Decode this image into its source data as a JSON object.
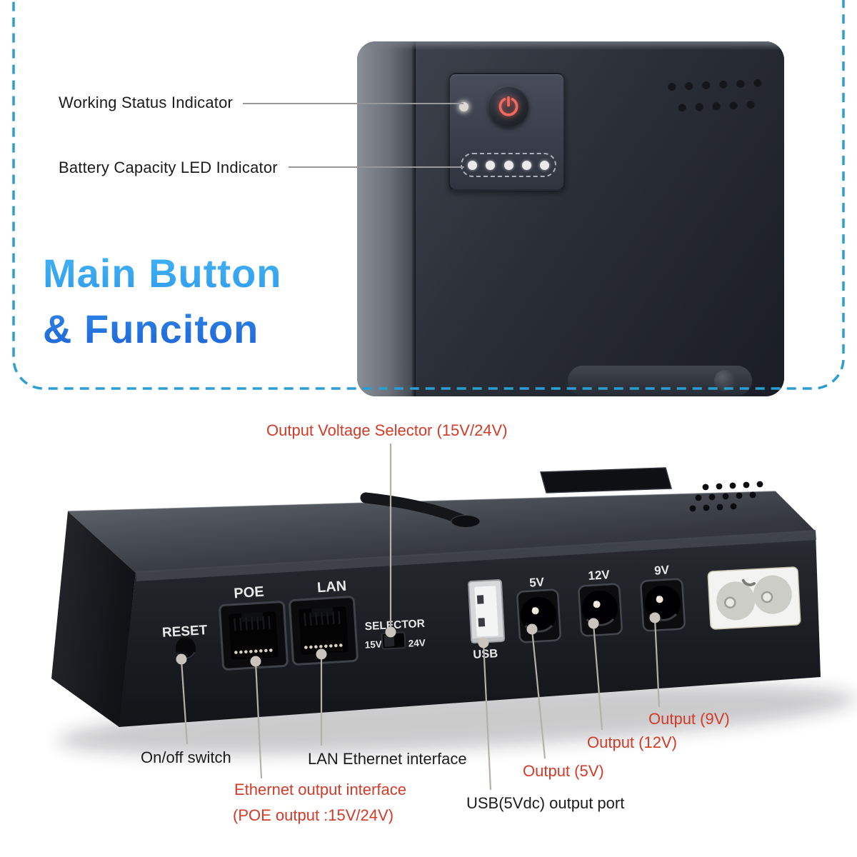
{
  "colors": {
    "dashed_border_blue": "#2b9ed2",
    "title_blue_top": "#3cb1f5",
    "title_blue_bottom": "#1d5fd6",
    "annotation_red": "#d23b29",
    "annotation_black": "#1c1c1c",
    "power_symbol_red": "#f06a5e",
    "device_body_dark": "#23262e"
  },
  "top": {
    "callout_working": "Working Status Indicator",
    "callout_battery": "Battery Capacity LED Indicator",
    "title1": "Main Button",
    "title2": "& Funciton"
  },
  "device_front": {
    "reset": "RESET",
    "poe": "POE",
    "lan": "LAN",
    "selector": "SELECTOR",
    "v15": "15V",
    "v24": "24V",
    "usb": "USB",
    "v5": "5V",
    "v12": "12V",
    "v9": "9V"
  },
  "callouts": {
    "voltage_selector": "Output Voltage Selector (15V/24V)",
    "onoff": "On/off switch",
    "lan_iface": "LAN Ethernet interface",
    "eth_out_line1": "Ethernet output interface",
    "eth_out_line2": "(POE output :15V/24V)",
    "usb_out": "USB(5Vdc) output port",
    "out_5v": "Output (5V)",
    "out_12v": "Output (12V)",
    "out_9v": "Output (9V)"
  }
}
